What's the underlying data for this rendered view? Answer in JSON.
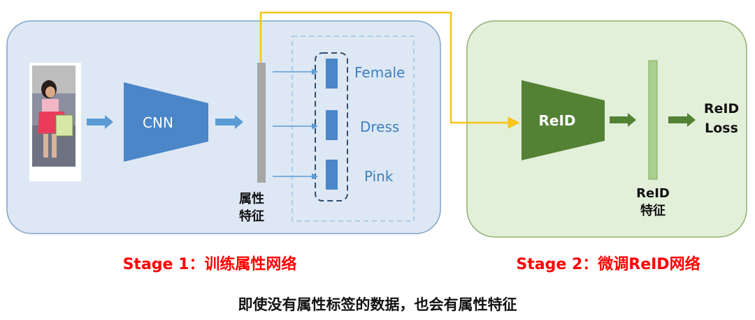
{
  "stage1": {
    "cnn_label": "CNN",
    "attributes": [
      "Female",
      "Dress",
      "Pink"
    ],
    "feature_label_line1": "属性",
    "feature_label_line2": "特征",
    "caption": "Stage 1：训练属性网络"
  },
  "stage2": {
    "reid_label": "ReID",
    "loss_label_line1": "ReID",
    "loss_label_line2": "Loss",
    "feature_label_line1": "ReID",
    "feature_label_line2": "特征",
    "caption": "Stage 2：微调ReID网络"
  },
  "footer_caption": "即使没有属性标签的数据，也会有属性特征",
  "colors": {
    "stage1_panel": "#dde8f4",
    "stage1_border": "#7fa2c9",
    "stage2_panel": "#e2efd9",
    "stage2_border": "#8fb071",
    "cnn_blue": "#4a86c8",
    "arrow_blue": "#5b9bd5",
    "reid_green": "#548235",
    "feature_bar_gray": "#a6a6a6",
    "feature_bar_green": "#a9d18e",
    "connector_yellow": "#f5c518",
    "caption_red": "#ff0000"
  }
}
